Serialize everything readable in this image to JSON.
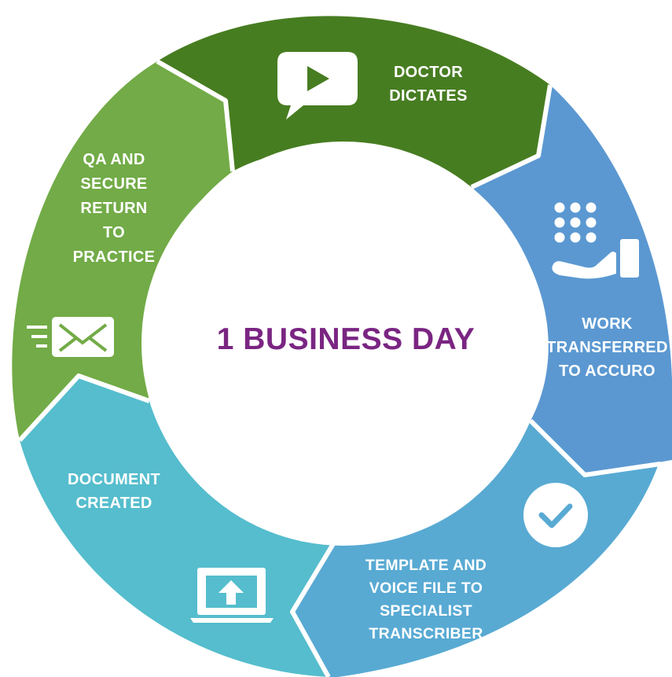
{
  "center": {
    "title": "1 BUSINESS DAY"
  },
  "steps": [
    {
      "label": "DOCTOR\nDICTATES",
      "color": "#477d21",
      "icon": "video-play-icon"
    },
    {
      "label": "WORK\nTRANSFERRED\nTO ACCURO",
      "color": "#5b98d1",
      "icon": "hand-data-icon"
    },
    {
      "label": "TEMPLATE AND\nVOICE FILE TO\nSPECIALIST\nTRANSCRIBER",
      "color": "#58aad3",
      "icon": "checkmark-icon"
    },
    {
      "label": "DOCUMENT\nCREATED",
      "color": "#55bdcd",
      "icon": "laptop-upload-icon"
    },
    {
      "label": "QA AND\nSECURE\nRETURN\nTO\nPRACTICE",
      "color": "#72ab47",
      "icon": "send-mail-icon"
    }
  ]
}
